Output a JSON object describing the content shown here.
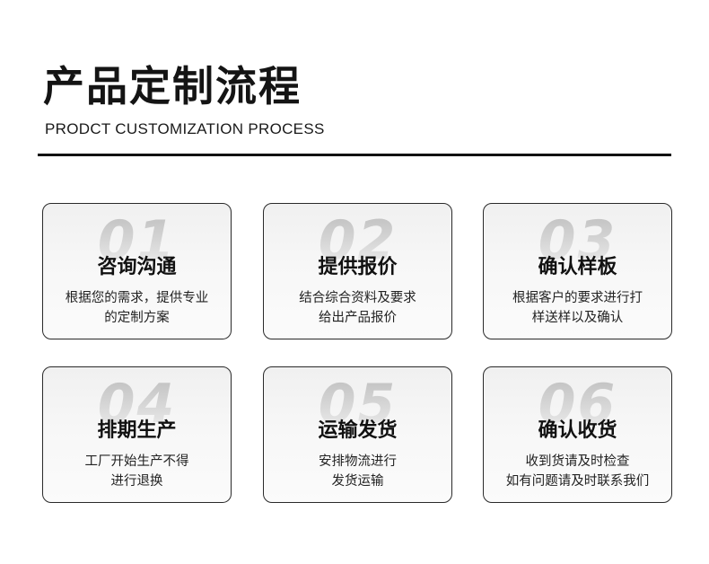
{
  "header": {
    "title": "产品定制流程",
    "subtitle": "PRODCT CUSTOMIZATION PROCESS"
  },
  "steps": [
    {
      "num": "01",
      "title": "咨询沟通",
      "desc": "根据您的需求，提供专业\n的定制方案"
    },
    {
      "num": "02",
      "title": "提供报价",
      "desc": "结合综合资料及要求\n给出产品报价"
    },
    {
      "num": "03",
      "title": "确认样板",
      "desc": "根据客户的要求进行打\n样送样以及确认"
    },
    {
      "num": "04",
      "title": "排期生产",
      "desc": "工厂开始生产不得\n进行退换"
    },
    {
      "num": "05",
      "title": "运输发货",
      "desc": "安排物流进行\n发货运输"
    },
    {
      "num": "06",
      "title": "确认收货",
      "desc": "收到货请及时检查\n如有问题请及时联系我们"
    }
  ]
}
